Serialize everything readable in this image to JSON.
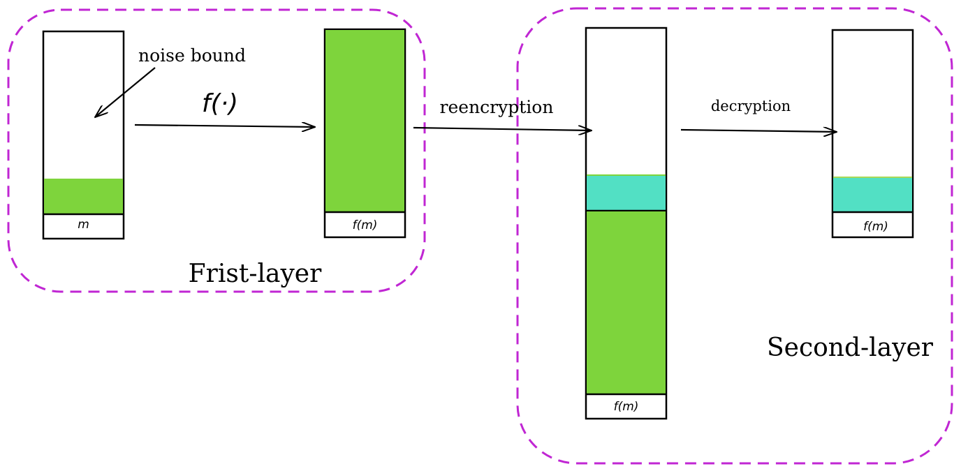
{
  "colors": {
    "noise_green": "#7ed43c",
    "reenc_cyan": "#52e0c4",
    "layer_border": "#c026d3",
    "stroke": "#000000"
  },
  "labels": {
    "noise_bound": "noise bound",
    "function": "f(·)",
    "reencryption": "reencryption",
    "decryption": "decryption",
    "first_layer": "Frist-layer",
    "second_layer": "Second-layer"
  },
  "bars": {
    "message": "m",
    "evaluated": "f(m)",
    "reencrypted": "f(m)",
    "decrypted": "f(m)"
  }
}
